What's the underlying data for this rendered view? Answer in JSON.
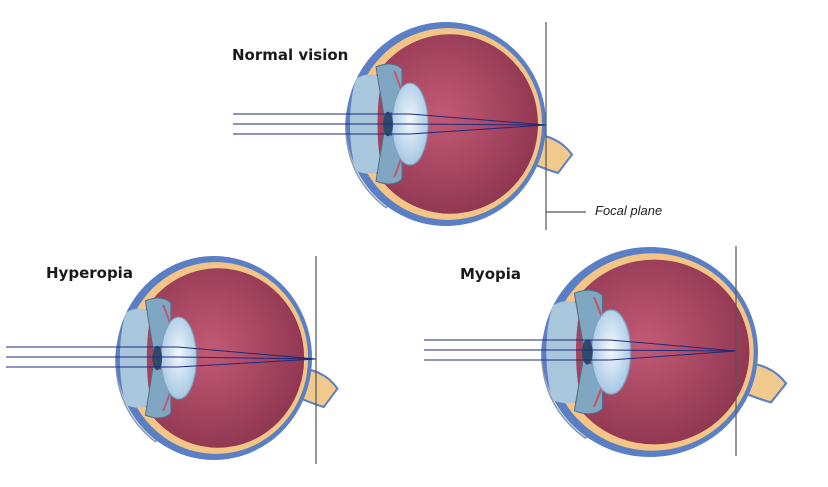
{
  "labels": {
    "normal": "Normal vision",
    "hyperopia": "Hyperopia",
    "myopia": "Myopia",
    "focal_plane": "Focal plane"
  },
  "colors": {
    "sclera": "#5b7fc4",
    "choroid": "#f3c586",
    "vitreous": "#a9455f",
    "lens": "#cde4f5",
    "cornea": "#e6eef4",
    "iris": "#7fa7c2",
    "optic_nerve": "#f0c98c",
    "ray": "#1f2a7a",
    "line": "#555555"
  },
  "icons": [
    "eye-normal-icon",
    "eye-hyperopia-icon",
    "eye-myopia-icon"
  ]
}
